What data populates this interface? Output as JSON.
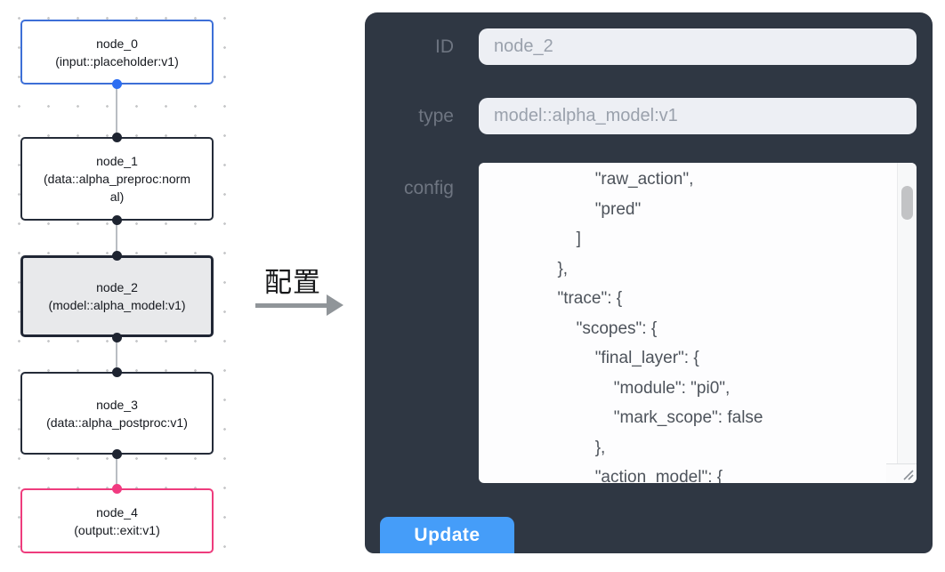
{
  "canvas": {
    "nodes": [
      {
        "id": "node_0",
        "subtitle": "(input::placeholder:v1)",
        "kind": "input"
      },
      {
        "id": "node_1",
        "subtitle": "(data::alpha_preproc:normal)",
        "kind": "data"
      },
      {
        "id": "node_2",
        "subtitle": "(model::alpha_model:v1)",
        "kind": "model",
        "selected": true
      },
      {
        "id": "node_3",
        "subtitle": "(data::alpha_postproc:v1)",
        "kind": "data"
      },
      {
        "id": "node_4",
        "subtitle": "(output::exit:v1)",
        "kind": "output"
      }
    ],
    "edges": [
      {
        "from": "node_0",
        "to": "node_1"
      },
      {
        "from": "node_1",
        "to": "node_2"
      },
      {
        "from": "node_2",
        "to": "node_3"
      },
      {
        "from": "node_3",
        "to": "node_4"
      }
    ]
  },
  "annotation": {
    "label": "配置"
  },
  "panel": {
    "fields": [
      {
        "label": "ID",
        "value": "node_2"
      },
      {
        "label": "type",
        "value": "model::alpha_model:v1"
      }
    ],
    "config_label": "config",
    "config_text": "                        \"raw_action\",\n                        \"pred\"\n                    ]\n                },\n                \"trace\": {\n                    \"scopes\": {\n                        \"final_layer\": {\n                            \"module\": \"pi0\",\n                            \"mark_scope\": false\n                        },\n                        \"action_model\": {",
    "update_label": "Update"
  },
  "colors": {
    "panel_bg": "#2f3743",
    "button_blue": "#459df9",
    "node_input_border": "#3d6fd7",
    "node_output_border": "#ee3c7d",
    "node_selected_bg": "#e8e9eb",
    "port_dark": "#1e2431",
    "port_blue": "#2c6ef2",
    "port_pink": "#f13a80",
    "edge_gray": "#b9bdc3",
    "dot_grid": "#c7c8ca"
  }
}
